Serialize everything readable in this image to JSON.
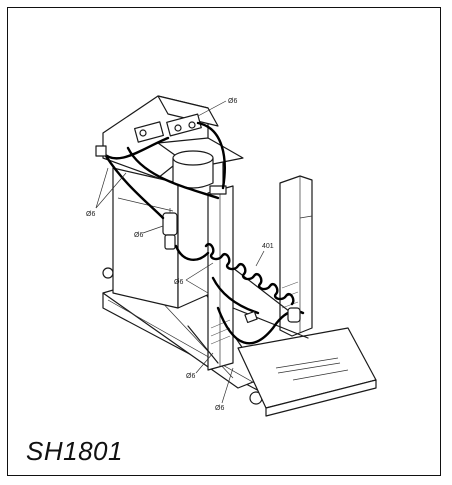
{
  "figure": {
    "caption": "SH1801",
    "callouts": {
      "d_top": "Ø6",
      "d_left": "Ø6",
      "d_filter": "Ø6",
      "d_coil": "Ø6",
      "coil_ref": "401",
      "d_bottom1": "Ø6",
      "d_bottom2": "Ø6"
    }
  }
}
